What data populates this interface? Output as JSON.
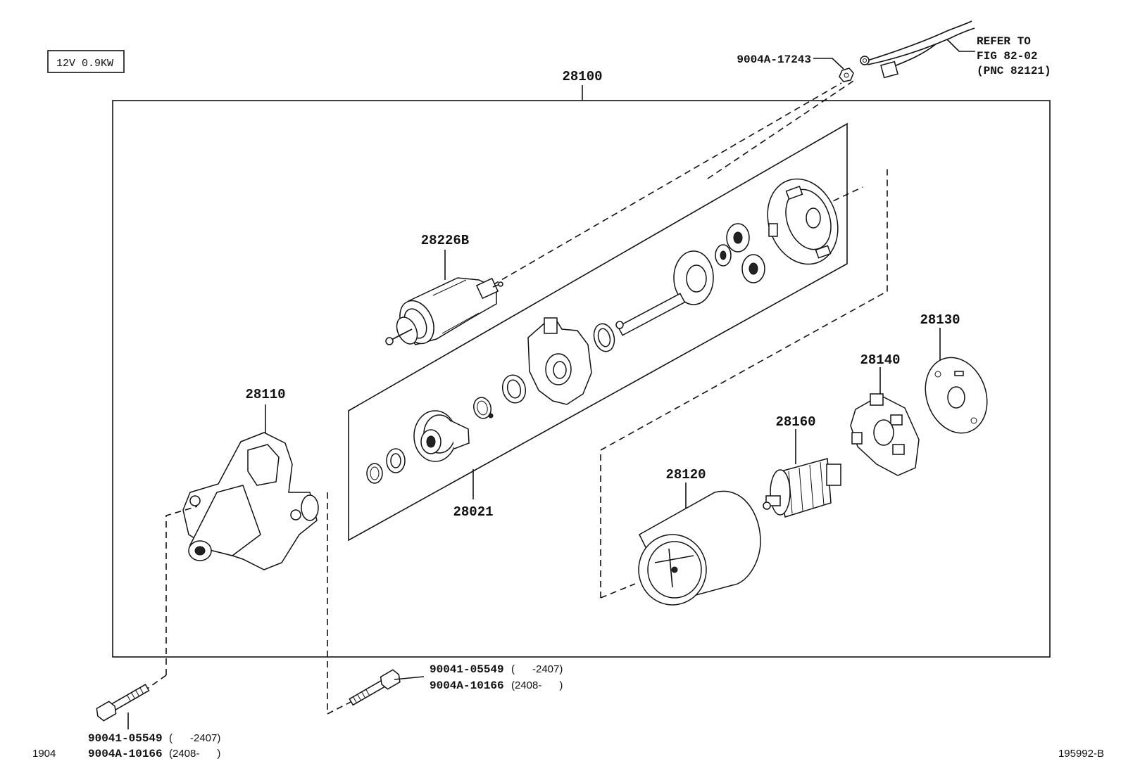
{
  "spec_box": "12V 0.9KW",
  "assembly_label": "28100",
  "wiring_ref": {
    "part": "9004A-17243",
    "refer_line1": "REFER TO",
    "refer_line2": "FIG 82-02",
    "refer_line3": "(PNC 82121)"
  },
  "parts": {
    "solenoid": "28226B",
    "front_housing": "28110",
    "drive_kit": "28021",
    "yoke": "28120",
    "end_frame": "28130",
    "brush_holder": "28140",
    "armature": "28160"
  },
  "bolt_right": {
    "pn1": "90041-05549",
    "range1": "(      -2407)",
    "pn2": "9004A-10166",
    "range2": "(2408-      )"
  },
  "bolt_left": {
    "pn1": "90041-05549",
    "range1": "(      -2407)",
    "pn2": "9004A-10166",
    "range2": "(2408-      )"
  },
  "footer_left": "1904",
  "footer_right": "195992-B"
}
